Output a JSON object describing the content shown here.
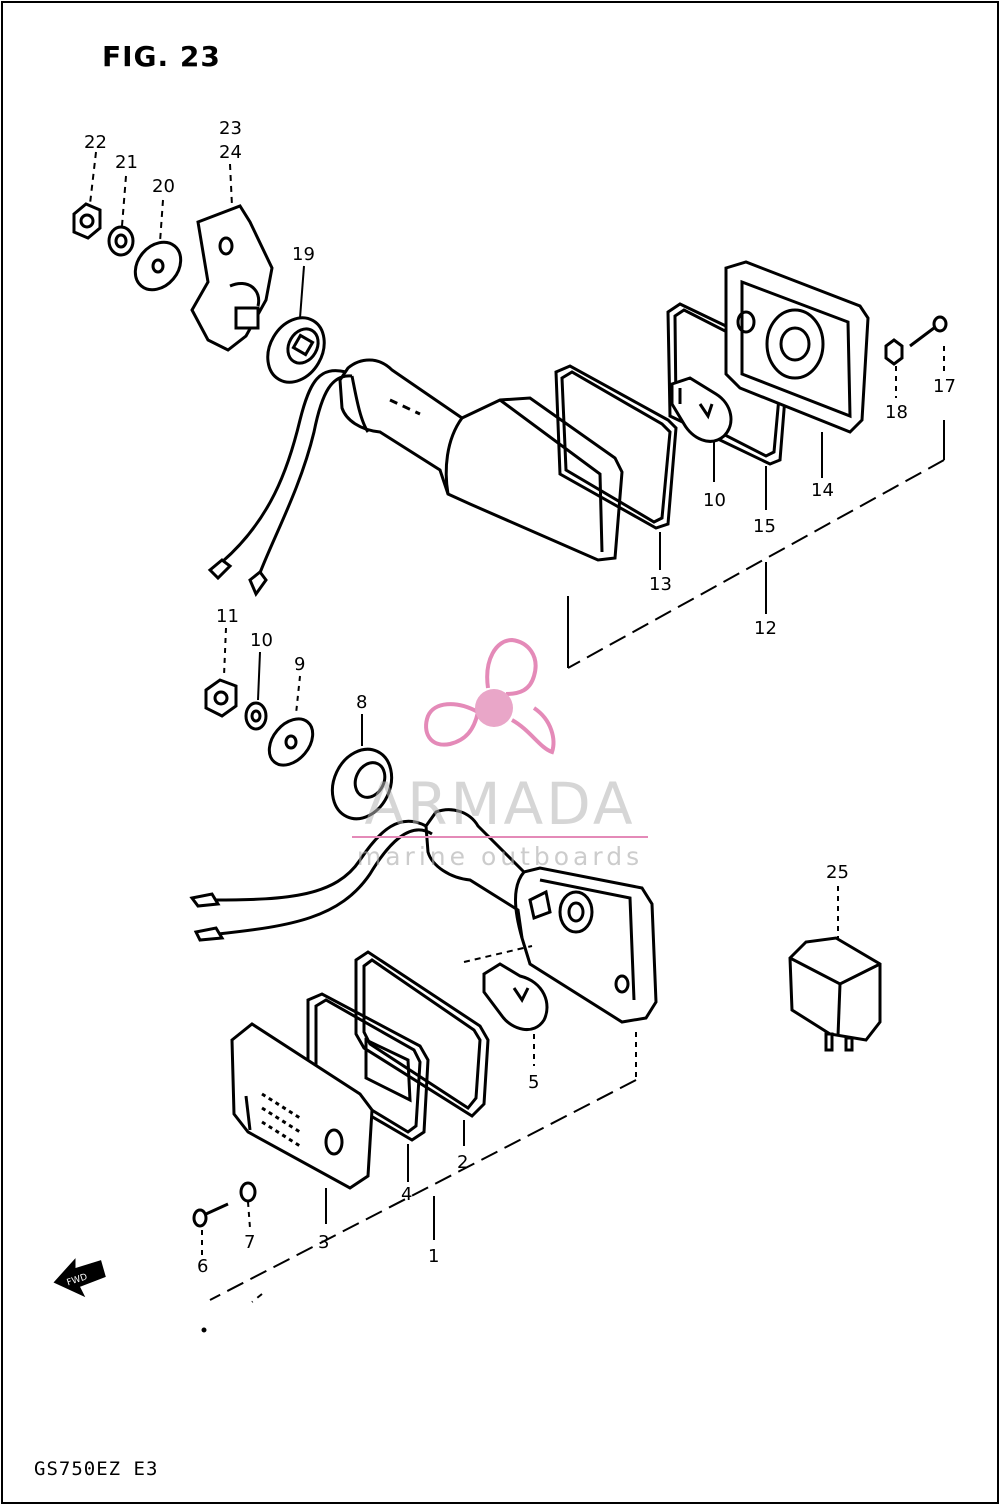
{
  "figure": {
    "title": "FIG. 23",
    "model_code": "GS750EZ  E3"
  },
  "watermark": {
    "brand": "ARMADA",
    "tagline": "marine outboards",
    "accent_color": "#e48ab8"
  },
  "callouts": [
    "1",
    "2",
    "3",
    "4",
    "5",
    "6",
    "7",
    "8",
    "9",
    "10",
    "11",
    "12",
    "13",
    "14",
    "15",
    "10",
    "17",
    "18",
    "19",
    "20",
    "21",
    "22",
    "23",
    "24",
    "25"
  ],
  "fwd_label": "FWD"
}
